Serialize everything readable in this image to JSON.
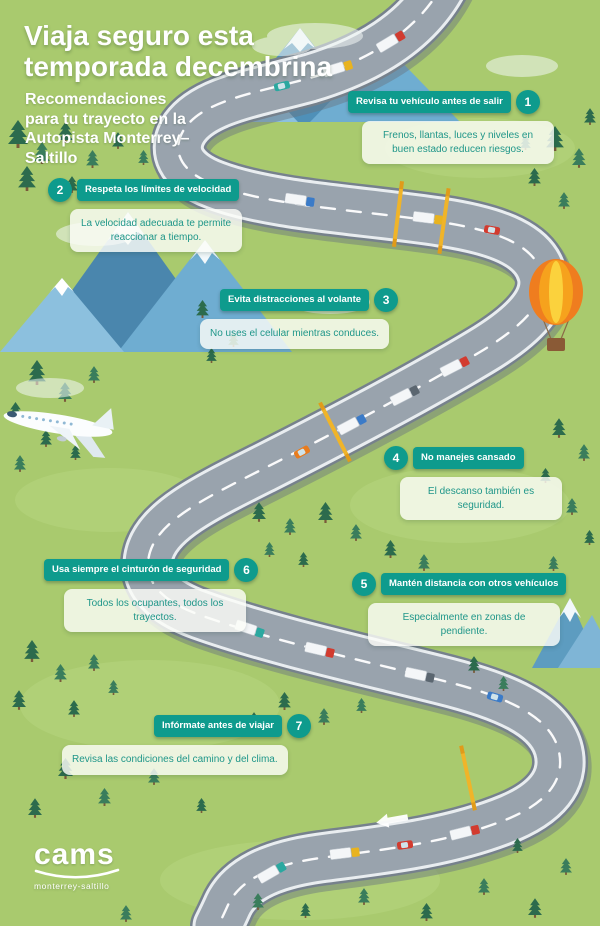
{
  "poster": {
    "title_line1": "Viaja seguro esta",
    "title_line2": "temporada decembrina",
    "subtitle": "Recomendaciones para tu trayecto en la Autopista Monterrey–Saltillo"
  },
  "tips": [
    {
      "number": "1",
      "heading": "Revisa tu vehículo antes de salir",
      "body": "Frenos, llantas, luces y niveles en buen estado reducen riesgos."
    },
    {
      "number": "2",
      "heading": "Respeta los límites de velocidad",
      "body": "La velocidad adecuada te permite reaccionar a tiempo."
    },
    {
      "number": "3",
      "heading": "Evita distracciones al volante",
      "body": "No uses el celular mientras conduces."
    },
    {
      "number": "4",
      "heading": "No manejes cansado",
      "body": "El descanso también es seguridad."
    },
    {
      "number": "5",
      "heading": "Mantén distancia con otros vehículos",
      "body": "Especialmente en zonas de pendiente."
    },
    {
      "number": "6",
      "heading": "Usa siempre el cinturón de seguridad",
      "body": "Todos los ocupantes, todos los trayectos."
    },
    {
      "number": "7",
      "heading": "Infórmate antes de viajar",
      "body": "Revisa las condiciones del camino y del clima."
    }
  ],
  "logo": {
    "name": "cams",
    "tagline": "monterrey-saltillo"
  },
  "colors": {
    "teal": "#0e9b8d",
    "teal_text": "#1f9689",
    "grass": "#a9ca6e",
    "road": "#99a3ad",
    "mountain_blue": "#5d9cc0",
    "tree_green": "#2c6b4d",
    "balloon_orange": "#ef7d1f",
    "toll_yellow": "#f0b429",
    "text_white": "#ffffff"
  },
  "illustration_elements": [
    "winding-highway",
    "mountains",
    "pine-trees",
    "clouds",
    "airplane",
    "hot-air-balloon",
    "trucks-and-cars",
    "toll-gantries",
    "road-arrow"
  ]
}
